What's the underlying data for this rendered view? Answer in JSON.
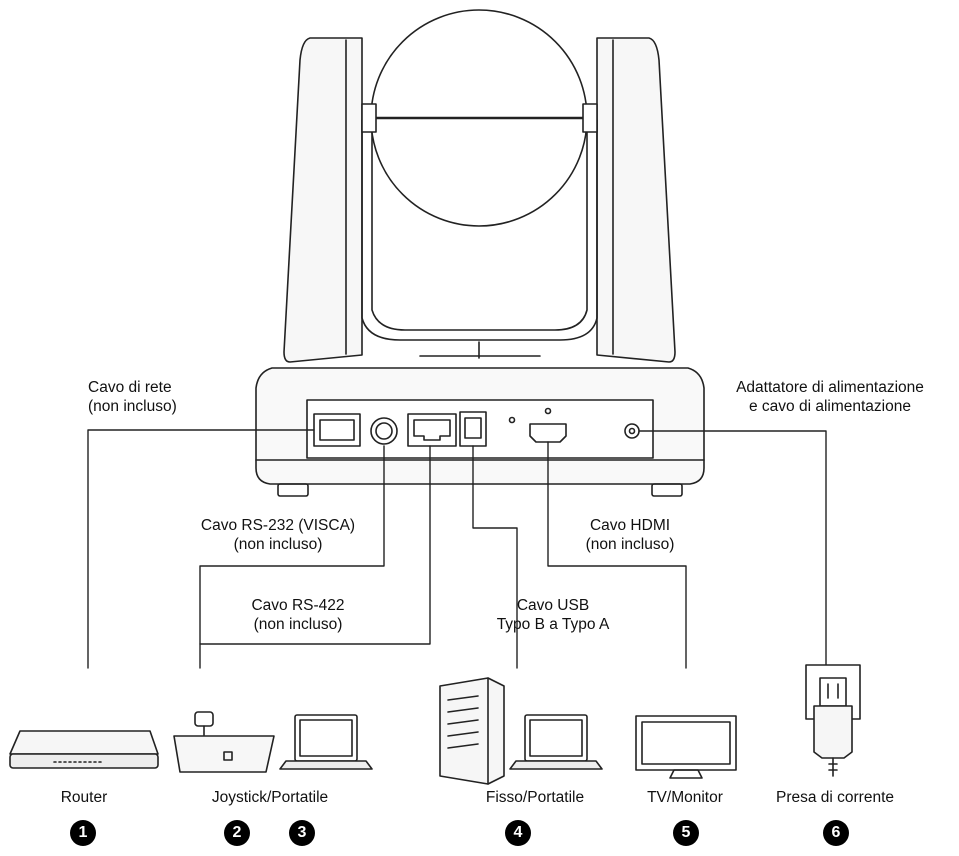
{
  "cables": {
    "network": [
      "Cavo di rete",
      "(non incluso)"
    ],
    "power": [
      "Adattatore di alimentazione",
      "e cavo di alimentazione"
    ],
    "rs232": [
      "Cavo RS-232 (VISCA)",
      "(non incluso)"
    ],
    "hdmi": [
      "Cavo HDMI",
      "(non incluso)"
    ],
    "rs422": [
      "Cavo RS-422",
      "(non incluso)"
    ],
    "usb": [
      "Cavo USB",
      "Typo B a Typo A"
    ]
  },
  "devices": {
    "router": "Router",
    "joystick": "Joystick/Portatile",
    "desktop": "Fisso/Portatile",
    "tv": "TV/Monitor",
    "outlet": "Presa di corrente"
  },
  "numbers": [
    "1",
    "2",
    "3",
    "4",
    "5",
    "6"
  ]
}
